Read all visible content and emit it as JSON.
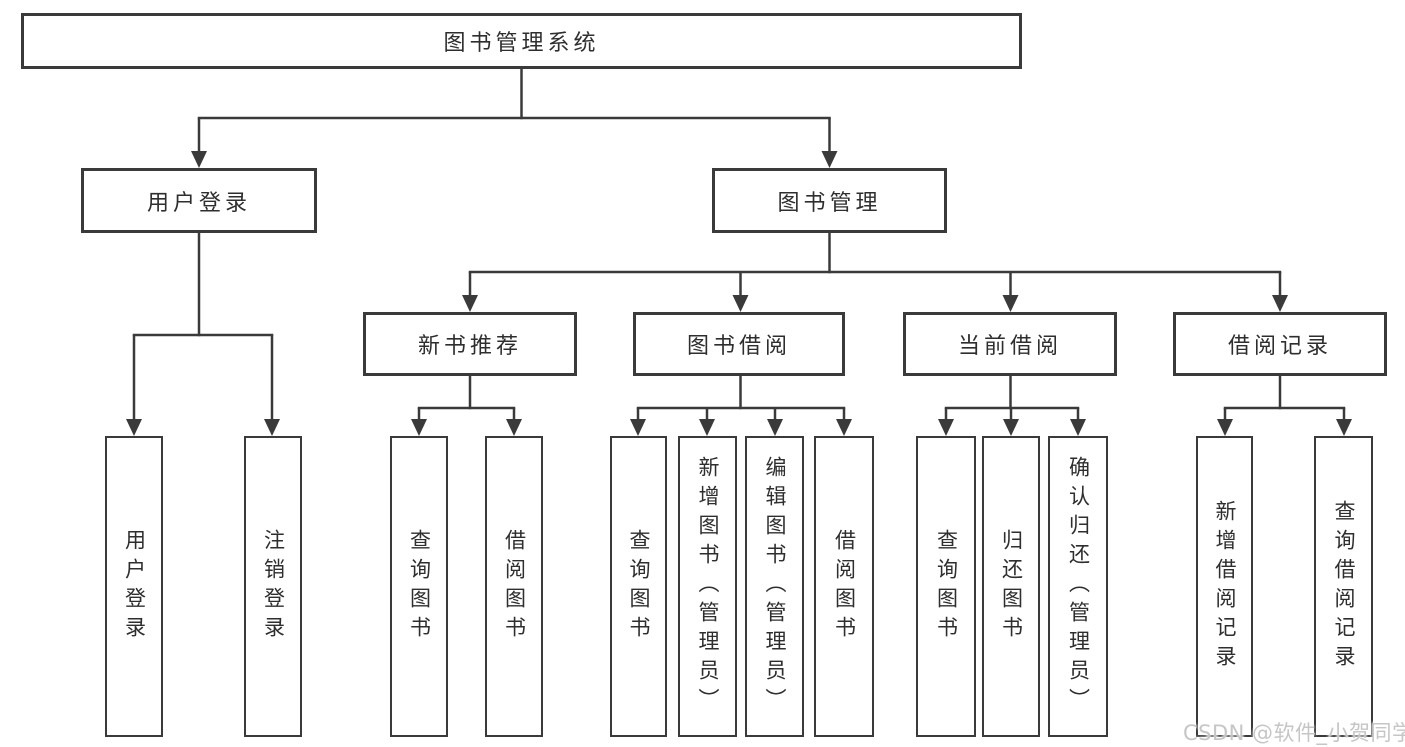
{
  "diagram_type": "tree-diagram",
  "colors": {
    "background": "#ffffff",
    "line": "#3a3a3a",
    "box_border": "#3a3a3a",
    "box_fill": "#ffffff",
    "text": "#2e2e2e",
    "watermark": "#c6c6c6"
  },
  "nodes": {
    "root": {
      "label": "图书管理系统"
    },
    "user_login": {
      "label": "用户登录"
    },
    "book_mgmt": {
      "label": "图书管理"
    },
    "new_book_rec": {
      "label": "新书推荐"
    },
    "book_borrow": {
      "label": "图书借阅"
    },
    "current_borrow": {
      "label": "当前借阅"
    },
    "borrow_record": {
      "label": "借阅记录"
    },
    "leaf_user_login": {
      "label": "用户登录"
    },
    "leaf_logout": {
      "label": "注销登录"
    },
    "leaf_query_book_1": {
      "label": "查询图书"
    },
    "leaf_borrow_book_1": {
      "label": "借阅图书"
    },
    "leaf_query_book_2": {
      "label": "查询图书"
    },
    "leaf_add_book": {
      "label": "新增图书（管理员）"
    },
    "leaf_edit_book": {
      "label": "编辑图书（管理员）"
    },
    "leaf_borrow_book_2": {
      "label": "借阅图书"
    },
    "leaf_query_book_3": {
      "label": "查询图书"
    },
    "leaf_return_book": {
      "label": "归还图书"
    },
    "leaf_confirm_return": {
      "label": "确认归还（管理员）"
    },
    "leaf_add_record": {
      "label": "新增借阅记录"
    },
    "leaf_query_record": {
      "label": "查询借阅记录"
    }
  },
  "edges": [
    {
      "from": "图书管理系统",
      "to": [
        "用户登录",
        "图书管理"
      ]
    },
    {
      "from": "用户登录",
      "to": [
        "用户登录",
        "注销登录"
      ]
    },
    {
      "from": "图书管理",
      "to": [
        "新书推荐",
        "图书借阅",
        "当前借阅",
        "借阅记录"
      ]
    },
    {
      "from": "新书推荐",
      "to": [
        "查询图书",
        "借阅图书"
      ]
    },
    {
      "from": "图书借阅",
      "to": [
        "查询图书",
        "新增图书（管理员）",
        "编辑图书（管理员）",
        "借阅图书"
      ]
    },
    {
      "from": "当前借阅",
      "to": [
        "查询图书",
        "归还图书",
        "确认归还（管理员）"
      ]
    },
    {
      "from": "借阅记录",
      "to": [
        "新增借阅记录",
        "查询借阅记录"
      ]
    }
  ],
  "watermark": {
    "text": "CSDN @软件_小贺同学"
  }
}
